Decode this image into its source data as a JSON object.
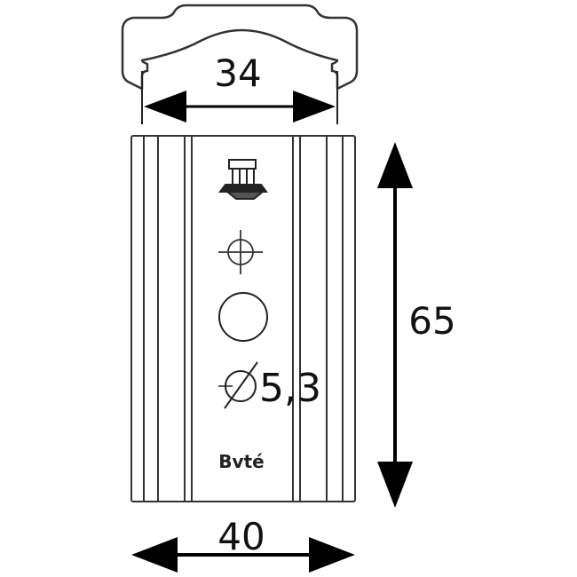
{
  "drawing": {
    "top_width_label": "34",
    "height_label": "65",
    "bottom_width_label": "40",
    "hole_label": "5,3",
    "brand_label": "Bvté",
    "stroke_color": "#1a1a1a",
    "arrow_color": "#000000",
    "icon": "nail-icon"
  }
}
